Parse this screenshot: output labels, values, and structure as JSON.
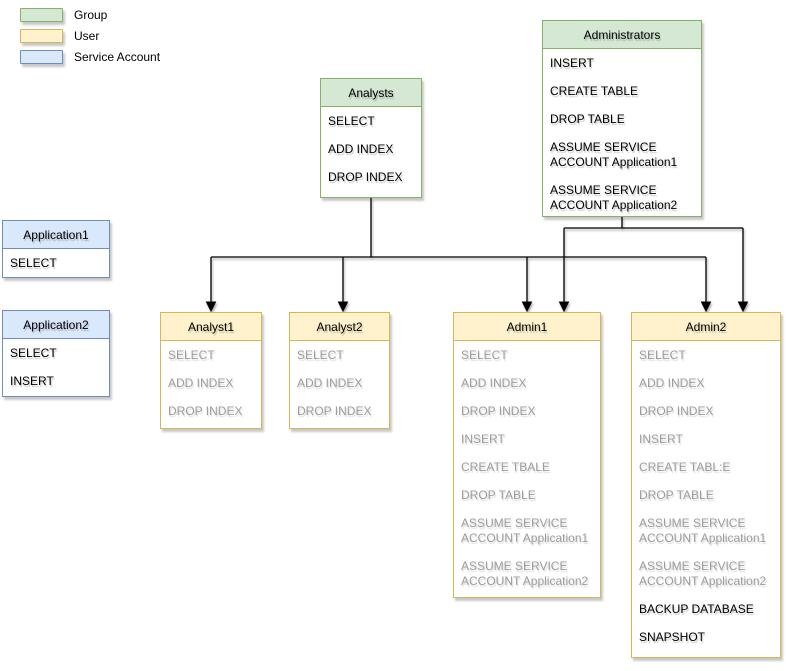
{
  "colors": {
    "group_fill": "#d5e8d4",
    "group_stroke": "#82b366",
    "user_fill": "#fff2cc",
    "user_stroke": "#d6b656",
    "service_fill": "#dae8fc",
    "service_stroke": "#6c8ebf",
    "inherited_text": "#9d9d9d",
    "own_text": "#000000",
    "connector": "#000000",
    "background": "#ffffff"
  },
  "legend": {
    "items": [
      {
        "label": "Group",
        "type": "group"
      },
      {
        "label": "User",
        "type": "user"
      },
      {
        "label": "Service Account",
        "type": "service-account"
      }
    ]
  },
  "boxes": {
    "administrators": {
      "title": "Administrators",
      "type": "group",
      "items": [
        {
          "label": "INSERT",
          "muted": false
        },
        {
          "label": "CREATE TABLE",
          "muted": false
        },
        {
          "label": "DROP TABLE",
          "muted": false
        },
        {
          "label": "ASSUME SERVICE ACCOUNT Application1",
          "muted": false
        },
        {
          "label": "ASSUME SERVICE ACCOUNT Application2",
          "muted": false
        }
      ]
    },
    "analysts": {
      "title": "Analysts",
      "type": "group",
      "items": [
        {
          "label": "SELECT",
          "muted": false
        },
        {
          "label": "ADD INDEX",
          "muted": false
        },
        {
          "label": "DROP INDEX",
          "muted": false
        }
      ]
    },
    "application1": {
      "title": "Application1",
      "type": "service-account",
      "items": [
        {
          "label": "SELECT",
          "muted": false
        }
      ]
    },
    "application2": {
      "title": "Application2",
      "type": "service-account",
      "items": [
        {
          "label": "SELECT",
          "muted": false
        },
        {
          "label": "INSERT",
          "muted": false
        }
      ]
    },
    "analyst1": {
      "title": "Analyst1",
      "type": "user",
      "items": [
        {
          "label": "SELECT",
          "muted": true
        },
        {
          "label": "ADD INDEX",
          "muted": true
        },
        {
          "label": "DROP INDEX",
          "muted": true
        }
      ]
    },
    "analyst2": {
      "title": "Analyst2",
      "type": "user",
      "items": [
        {
          "label": "SELECT",
          "muted": true
        },
        {
          "label": "ADD INDEX",
          "muted": true
        },
        {
          "label": "DROP INDEX",
          "muted": true
        }
      ]
    },
    "admin1": {
      "title": "Admin1",
      "type": "user",
      "items": [
        {
          "label": "SELECT",
          "muted": true
        },
        {
          "label": "ADD INDEX",
          "muted": true
        },
        {
          "label": "DROP INDEX",
          "muted": true
        },
        {
          "label": "INSERT",
          "muted": true
        },
        {
          "label": "CREATE TBALE",
          "muted": true
        },
        {
          "label": "DROP TABLE",
          "muted": true
        },
        {
          "label": "ASSUME SERVICE ACCOUNT Application1",
          "muted": true
        },
        {
          "label": "ASSUME SERVICE ACCOUNT Application2",
          "muted": true
        }
      ]
    },
    "admin2": {
      "title": "Admin2",
      "type": "user",
      "items": [
        {
          "label": "SELECT",
          "muted": true
        },
        {
          "label": "ADD INDEX",
          "muted": true
        },
        {
          "label": "DROP INDEX",
          "muted": true
        },
        {
          "label": "INSERT",
          "muted": true
        },
        {
          "label": "CREATE TABL:E",
          "muted": true
        },
        {
          "label": "DROP TABLE",
          "muted": true
        },
        {
          "label": "ASSUME SERVICE ACCOUNT Application1",
          "muted": true
        },
        {
          "label": "ASSUME SERVICE ACCOUNT Application2",
          "muted": true
        },
        {
          "label": "BACKUP DATABASE",
          "muted": false
        },
        {
          "label": "SNAPSHOT",
          "muted": false
        }
      ]
    }
  },
  "edges": [
    {
      "from": "Analysts",
      "to": "Analyst1"
    },
    {
      "from": "Analysts",
      "to": "Analyst2"
    },
    {
      "from": "Analysts",
      "to": "Admin1"
    },
    {
      "from": "Analysts",
      "to": "Admin2"
    },
    {
      "from": "Administrators",
      "to": "Admin1"
    },
    {
      "from": "Administrators",
      "to": "Admin2"
    }
  ]
}
